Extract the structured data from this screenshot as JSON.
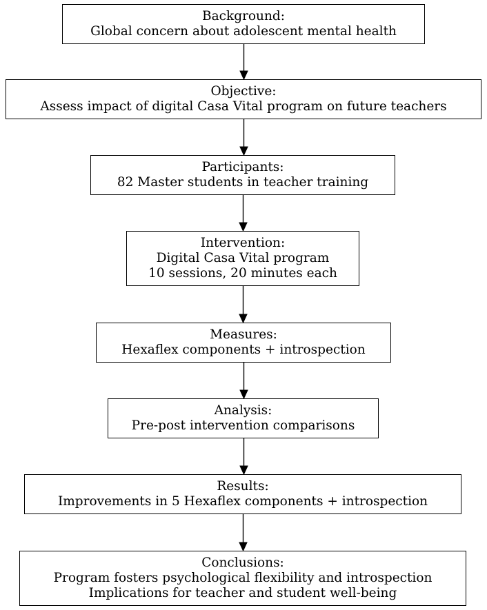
{
  "nodes": {
    "background": {
      "lines": [
        "Background:",
        "Global concern about adolescent mental health"
      ]
    },
    "objective": {
      "lines": [
        "Objective:",
        "Assess impact of digital Casa Vital program on future teachers"
      ]
    },
    "participants": {
      "lines": [
        "Participants:",
        "82 Master students in teacher training"
      ]
    },
    "intervention": {
      "lines": [
        "Intervention:",
        "Digital Casa Vital program",
        "10 sessions, 20 minutes each"
      ]
    },
    "measures": {
      "lines": [
        "Measures:",
        "Hexaflex components + introspection"
      ]
    },
    "analysis": {
      "lines": [
        "Analysis:",
        "Pre-post intervention comparisons"
      ]
    },
    "results": {
      "lines": [
        "Results:",
        "Improvements in 5 Hexaflex components + introspection"
      ]
    },
    "conclusions": {
      "lines": [
        "Conclusions:",
        "Program fosters psychological flexibility and introspection",
        "Implications for teacher and student well-being"
      ]
    }
  },
  "edges": [
    {
      "from": "background",
      "to": "objective"
    },
    {
      "from": "objective",
      "to": "participants"
    },
    {
      "from": "participants",
      "to": "intervention"
    },
    {
      "from": "intervention",
      "to": "measures"
    },
    {
      "from": "measures",
      "to": "analysis"
    },
    {
      "from": "analysis",
      "to": "results"
    },
    {
      "from": "results",
      "to": "conclusions"
    }
  ]
}
